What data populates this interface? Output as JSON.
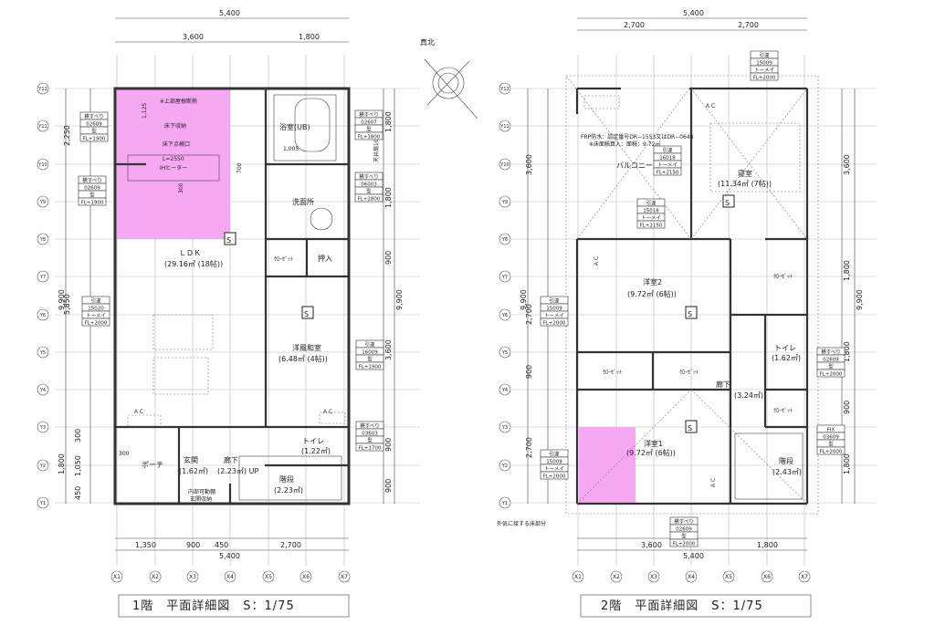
{
  "north_label": "真北",
  "grid_x": [
    "X1",
    "X2",
    "X3",
    "X4",
    "X5",
    "X6",
    "X7"
  ],
  "grid_y": [
    "Y1",
    "Y2",
    "Y3",
    "Y4",
    "Y5",
    "Y6",
    "Y7",
    "Y8",
    "Y9",
    "Y10",
    "Y11",
    "Y12"
  ],
  "highlight_color": "#f7a8f2",
  "floor1": {
    "title": "1階　平面詳細図　S：1/75",
    "dims": {
      "top_total": "5,400",
      "top_a": "3,600",
      "top_b": "1,800",
      "bottom_a": "1,350",
      "bottom_b": "900",
      "bottom_c": "450",
      "bottom_d": "2,700",
      "bottom_total": "5,400",
      "left_total": "9,900",
      "left_a": "2,250",
      "left_b": "5,850",
      "left_c": "1,800",
      "left_d": "300",
      "left_e": "1,050",
      "left_f": "450",
      "right_total": "9,900",
      "right_a": "1,800",
      "right_b": "1,800",
      "right_c": "900",
      "right_d": "3,600",
      "right_e": "900",
      "right_f": "900"
    },
    "notes": {
      "roof_insulation": "※上部屋根断熱",
      "underfloor_storage": "床下収納",
      "underfloor_hatch": "床下点検口",
      "counter_length": "L=2550",
      "ih_heater": "IHヒーター",
      "dim_1125": "1,125",
      "dim_700": "700",
      "dim_300": "300",
      "dim_1005": "1,005",
      "ceiling_fan": "天井扇100φ",
      "porch_dim": "300"
    },
    "rooms": {
      "bath": "浴室(UB)",
      "washroom": "洗面所",
      "ldk": "ＬＤＫ",
      "ldk_area": "(29.16㎡ (18帖))",
      "closet": "ｸﾛｰｾﾞｯﾄ",
      "oshiire": "押入",
      "japanese_room": "洋風和室",
      "japanese_room_area": "(6.48㎡ (4帖))",
      "ac_left": "ＡＣ",
      "ac_right": "ＡＣ",
      "porch": "ポーチ",
      "entrance": "玄関",
      "entrance_area": "(1.62㎡)",
      "hall": "廊下",
      "hall_area": "(2.23㎡) UP",
      "toilet": "トイレ",
      "toilet_area": "(1.22㎡)",
      "stairs": "階段",
      "stairs_area": "(2.23㎡)",
      "shelf": "内部可動棚",
      "shoe_storage": "玄関収納"
    },
    "window_tags": [
      [
        "横すべり",
        "02607",
        "型",
        "FL+1800"
      ],
      [
        "横すべり",
        "06003",
        "型",
        "FL+1800"
      ],
      [
        "引違",
        "16009",
        "型",
        "FL+1900"
      ],
      [
        "横すべり",
        "03603",
        "型",
        "FL+1700"
      ],
      [
        "横すべり",
        "02609",
        "型",
        "FL+1900"
      ],
      [
        "横すべり",
        "02609",
        "型",
        "FL+1900"
      ],
      [
        "引違",
        "15020",
        "トーメイ",
        "FL+2000"
      ]
    ]
  },
  "floor2": {
    "title": "2階　平面詳細図　S：1/75",
    "dims": {
      "top_total": "5,400",
      "top_a": "2,700",
      "top_b": "2,700",
      "bottom_a": "3,600",
      "bottom_b": "1,800",
      "bottom_total": "5,400",
      "left_total": "9,900",
      "left_a": "3,600",
      "left_b": "2,700",
      "left_c": "900",
      "left_d": "2,700",
      "right_total": "9,900",
      "right_a": "3,600",
      "right_b": "1,800",
      "right_c": "1,800",
      "right_d": "900",
      "right_e": "1,800"
    },
    "notes": {
      "frp": "FRP防水：認定番号DR−1553又はDR−0648",
      "floor_area_note": "※床面積算入：面積：9.72㎡",
      "exterior_floor": "外気に接する床部分"
    },
    "rooms": {
      "balcony": "バルコニー",
      "bedroom": "寝室",
      "bedroom_area": "(11.34㎡ (7帖))",
      "ac_bed": "ＡＣ",
      "ac_room2": "ＡＣ",
      "ac_room1": "ＡＣ",
      "room2": "洋室2",
      "room2_area": "(9.72㎡ (6帖))",
      "closet_a": "ｸﾛｰｾﾞｯﾄ",
      "closet_b": "ｸﾛｰｾﾞｯﾄ",
      "closet_c": "ｸﾛｰｾﾞｯﾄ",
      "closet_d": "ｸﾛｰｾﾞｯﾄ",
      "hall": "廊下",
      "hall_area": "(3.24㎡)",
      "toilet": "トイレ",
      "toilet_area": "(1.62㎡)",
      "room1": "洋室1",
      "room1_area": "(9.72㎡ (6帖))",
      "stairs": "階段",
      "stairs_area": "(2.43㎡)"
    },
    "window_tags": [
      [
        "引違",
        "15009",
        "トーメイ",
        "FL+2000"
      ],
      [
        "引違",
        "16018",
        "トーメイ",
        "FL+2150"
      ],
      [
        "引違",
        "15018",
        "トーメイ",
        "FL+2150"
      ],
      [
        "引違",
        "15009",
        "トーメイ",
        "FL+2000"
      ],
      [
        "横すべり",
        "02609",
        "型",
        "FL+2000"
      ],
      [
        "FIX",
        "03609",
        "型",
        "FL+2000"
      ],
      [
        "引違",
        "15009",
        "トーメイ",
        "FL+2000"
      ],
      [
        "横すべり",
        "02609",
        "型",
        "FL+2000"
      ]
    ]
  }
}
